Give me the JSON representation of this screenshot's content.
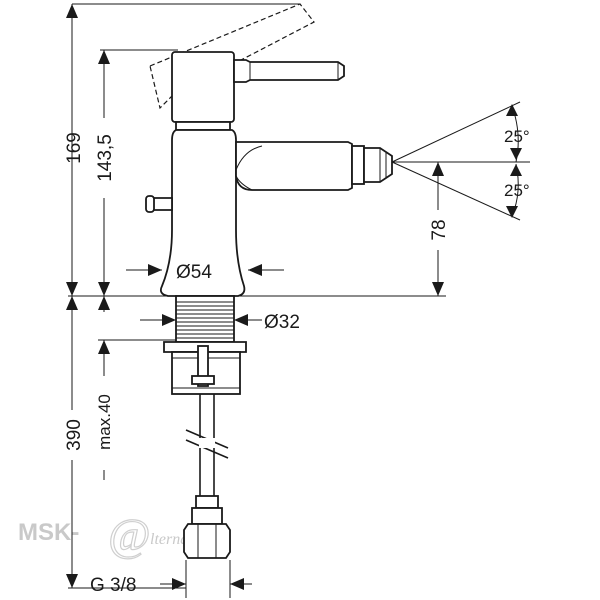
{
  "dimensions": {
    "total_height": "169",
    "lever_height": "143,5",
    "spout_height": "78",
    "base_diameter": "Ø54",
    "shank_diameter": "Ø32",
    "angle_up": "25°",
    "angle_down": "25°",
    "below_counter": "390",
    "max_thickness": "max.40",
    "connection": "G 3/8"
  },
  "watermark": {
    "brand": "MSK-",
    "domain": "lternativa.ru"
  },
  "colors": {
    "line": "#1a1a1a",
    "watermark": "#c9c9c9"
  }
}
